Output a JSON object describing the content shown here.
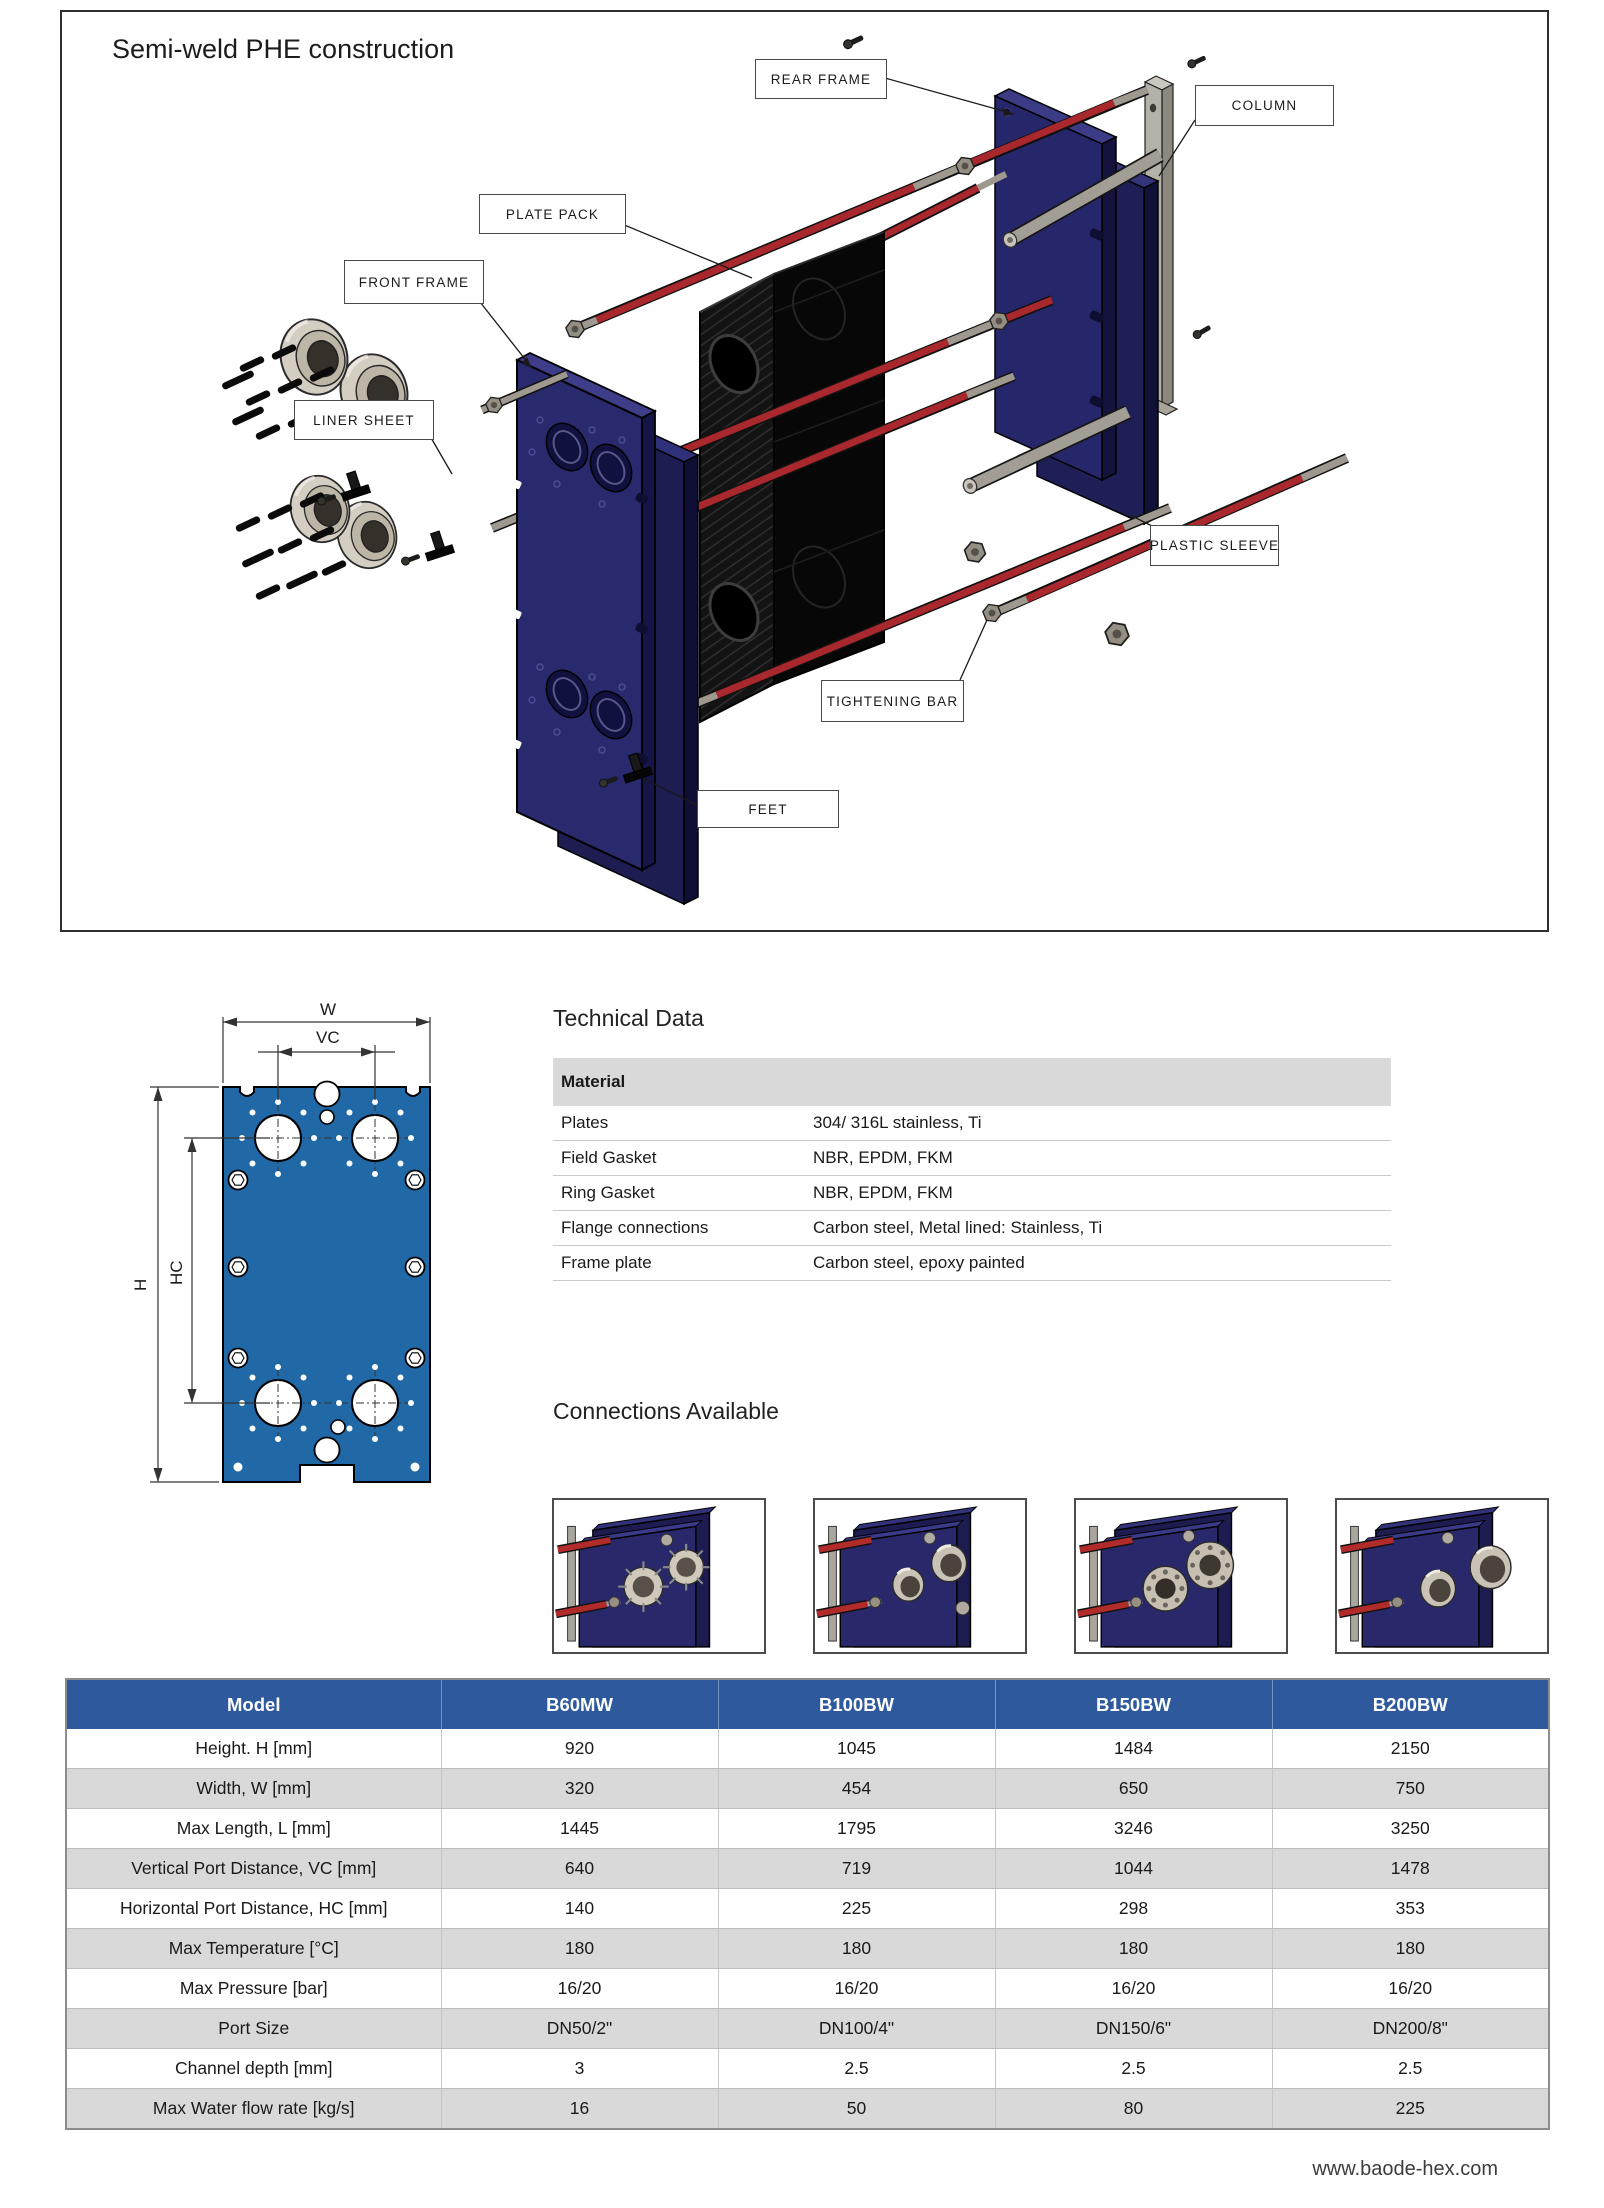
{
  "colors": {
    "header_blue": "#2e5a9d",
    "row_gray": "#d9d9d9",
    "plate_blue": "#2168a7",
    "frame_navy": "#29296e",
    "bar_red": "#a8282d",
    "metal_gray": "#a39e95"
  },
  "diagram": {
    "title": "Semi-weld PHE construction",
    "labels": {
      "rear_frame": "REAR FRAME",
      "column": "COLUMN",
      "plate_pack": "PLATE PACK",
      "front_frame": "FRONT FRAME",
      "liner_sheet": "LINER SHEET",
      "plastic_sleeve": "PLASTIC SLEEVE",
      "tightening_bar": "TIGHTENING BAR",
      "feet": "FEET"
    }
  },
  "plate_drawing": {
    "w": "W",
    "vc": "VC",
    "h": "H",
    "hc": "HC"
  },
  "technical": {
    "heading": "Technical Data",
    "material_header": "Material",
    "rows": [
      {
        "label": "Plates",
        "value": "304/ 316L stainless, Ti"
      },
      {
        "label": "Field Gasket",
        "value": "NBR, EPDM, FKM"
      },
      {
        "label": "Ring Gasket",
        "value": "NBR, EPDM, FKM"
      },
      {
        "label": "Flange connections",
        "value": "Carbon steel, Metal lined: Stainless, Ti"
      },
      {
        "label": "Frame plate",
        "value": "Carbon steel, epoxy painted"
      }
    ]
  },
  "connections": {
    "heading": "Connections Available"
  },
  "spec_table": {
    "columns": [
      "Model",
      "B60MW",
      "B100BW",
      "B150BW",
      "B200BW"
    ],
    "rows": [
      {
        "label": "Height. H [mm]",
        "values": [
          "920",
          "1045",
          "1484",
          "2150"
        ]
      },
      {
        "label": "Width, W [mm]",
        "values": [
          "320",
          "454",
          "650",
          "750"
        ]
      },
      {
        "label": "Max Length, L [mm]",
        "values": [
          "1445",
          "1795",
          "3246",
          "3250"
        ]
      },
      {
        "label": "Vertical Port Distance, VC [mm]",
        "values": [
          "640",
          "719",
          "1044",
          "1478"
        ]
      },
      {
        "label": "Horizontal Port Distance, HC [mm]",
        "values": [
          "140",
          "225",
          "298",
          "353"
        ]
      },
      {
        "label": "Max Temperature [°C]",
        "values": [
          "180",
          "180",
          "180",
          "180"
        ]
      },
      {
        "label": "Max Pressure [bar]",
        "values": [
          "16/20",
          "16/20",
          "16/20",
          "16/20"
        ]
      },
      {
        "label": "Port Size",
        "values": [
          "DN50/2\"",
          "DN100/4\"",
          "DN150/6\"",
          "DN200/8\""
        ]
      },
      {
        "label": "Channel depth [mm]",
        "values": [
          "3",
          "2.5",
          "2.5",
          "2.5"
        ]
      },
      {
        "label": "Max Water flow rate [kg/s]",
        "values": [
          "16",
          "50",
          "80",
          "225"
        ]
      }
    ]
  },
  "footer": {
    "url": "www.baode-hex.com"
  }
}
